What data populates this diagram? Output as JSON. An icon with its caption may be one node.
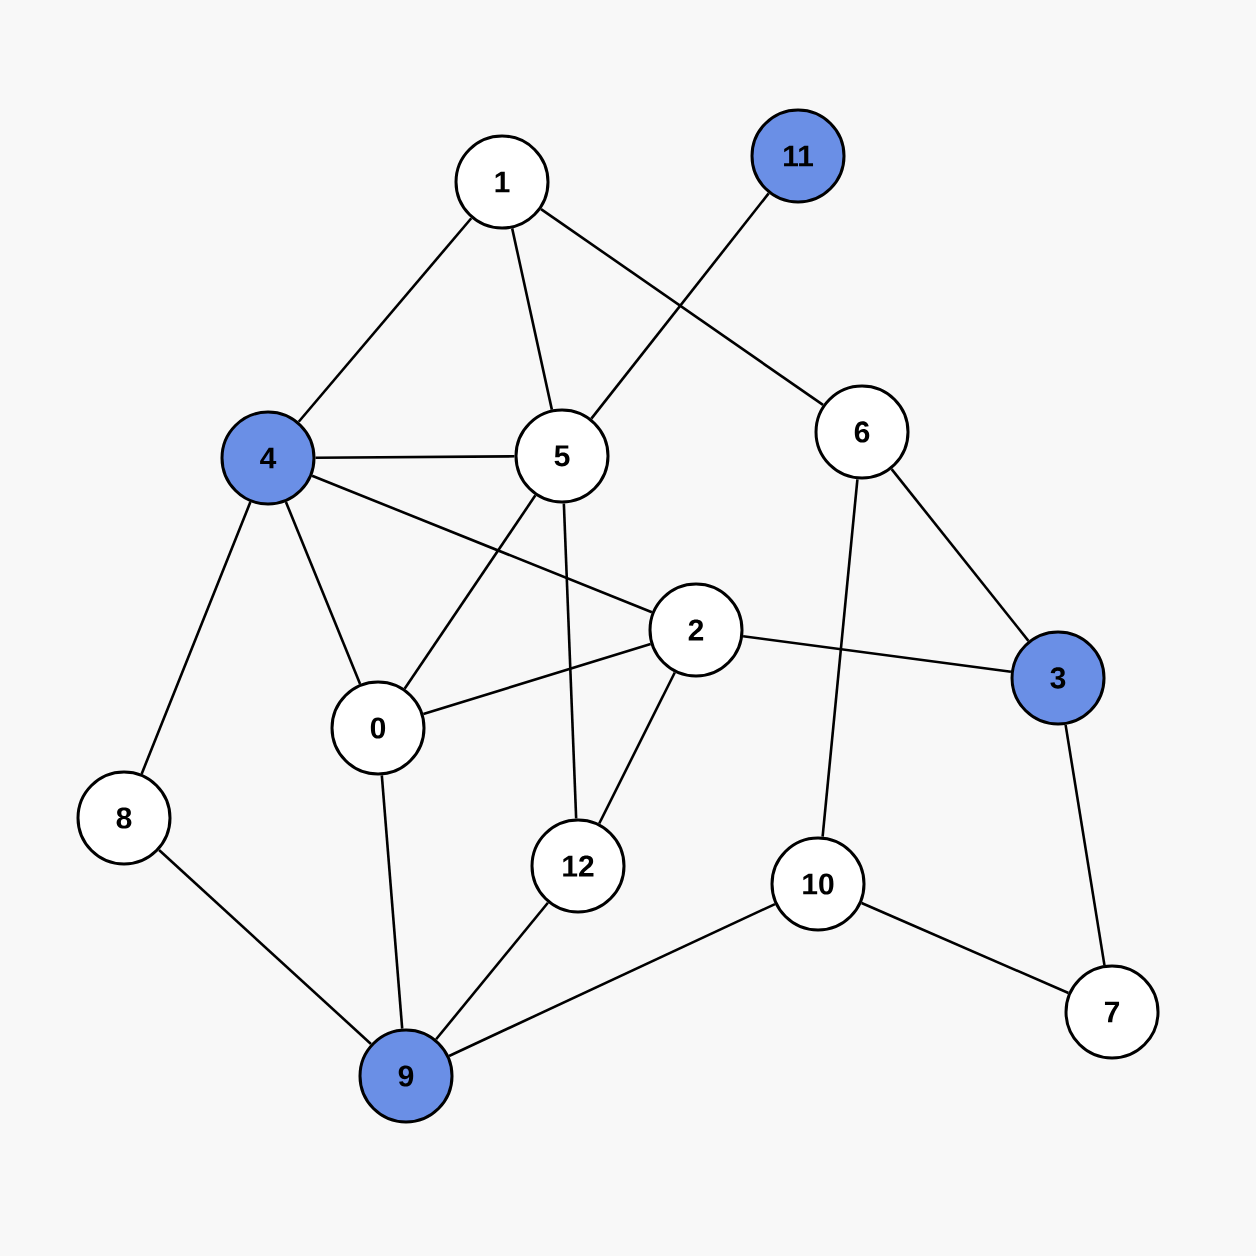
{
  "diagram": {
    "nodes": [
      {
        "text": [
          "1"
        ]
      },
      {
        "text": [
          "11"
        ]
      },
      {
        "text": [
          "4"
        ]
      },
      {
        "text": [
          "5"
        ]
      },
      {
        "text": [
          "6"
        ]
      },
      {
        "text": [
          "2"
        ]
      },
      {
        "text": [
          "3"
        ]
      },
      {
        "text": [
          "0"
        ]
      },
      {
        "text": [
          "8"
        ]
      },
      {
        "text": [
          "12"
        ]
      },
      {
        "text": [
          "10"
        ]
      },
      {
        "text": [
          "7"
        ]
      },
      {
        "text": [
          "9"
        ]
      }
    ],
    "edges": [
      {
        "from": 0,
        "to": 2,
        "arrow": "none"
      },
      {
        "from": 0,
        "to": 3,
        "arrow": "none"
      },
      {
        "from": 0,
        "to": 4,
        "arrow": "none"
      },
      {
        "from": 1,
        "to": 3,
        "arrow": "none"
      },
      {
        "from": 2,
        "to": 3,
        "arrow": "none"
      },
      {
        "from": 2,
        "to": 5,
        "arrow": "none"
      },
      {
        "from": 2,
        "to": 7,
        "arrow": "none"
      },
      {
        "from": 2,
        "to": 8,
        "arrow": "none"
      },
      {
        "from": 3,
        "to": 7,
        "arrow": "none"
      },
      {
        "from": 3,
        "to": 9,
        "arrow": "none"
      },
      {
        "from": 5,
        "to": 7,
        "arrow": "none"
      },
      {
        "from": 5,
        "to": 6,
        "arrow": "none"
      },
      {
        "from": 5,
        "to": 9,
        "arrow": "none"
      },
      {
        "from": 4,
        "to": 6,
        "arrow": "none"
      },
      {
        "from": 4,
        "to": 10,
        "arrow": "none"
      },
      {
        "from": 6,
        "to": 11,
        "arrow": "none"
      },
      {
        "from": 7,
        "to": 12,
        "arrow": "none"
      },
      {
        "from": 8,
        "to": 12,
        "arrow": "none"
      },
      {
        "from": 9,
        "to": 12,
        "arrow": "none"
      },
      {
        "from": 10,
        "to": 12,
        "arrow": "none"
      },
      {
        "from": 10,
        "to": 11,
        "arrow": "none"
      }
    ]
  }
}
